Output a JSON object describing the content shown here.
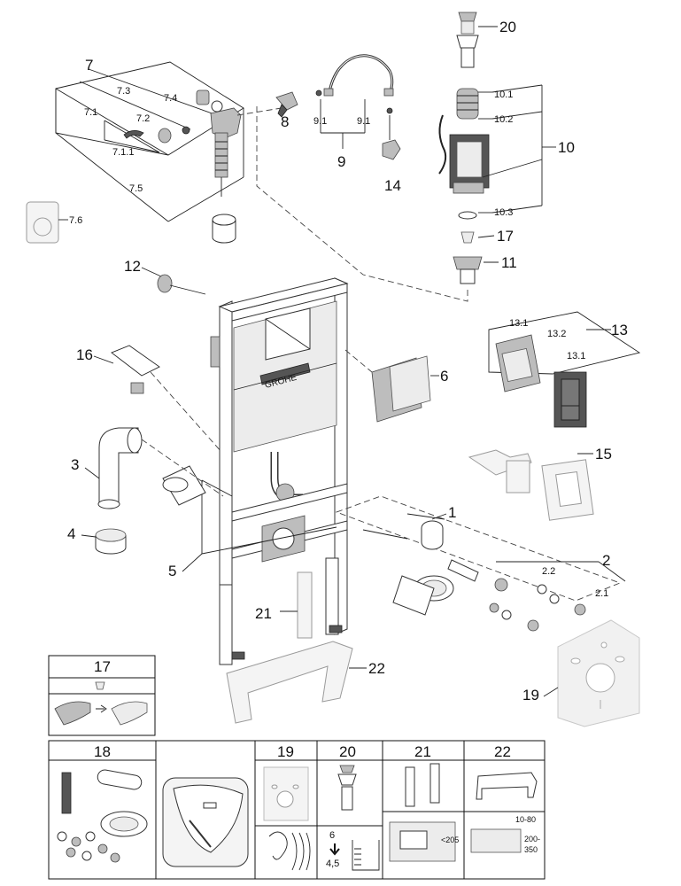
{
  "callouts": {
    "c1": "1",
    "c2": "2",
    "c2_1": "2.1",
    "c2_2": "2.2",
    "c3": "3",
    "c4": "4",
    "c5": "5",
    "c6": "6",
    "c7": "7",
    "c7_1": "7.1",
    "c7_1_1": "7.1.1",
    "c7_2": "7.2",
    "c7_3": "7.3",
    "c7_4": "7.4",
    "c7_5": "7.5",
    "c7_6": "7.6",
    "c8": "8",
    "c9": "9",
    "c9_1a": "9.1",
    "c9_1b": "9.1",
    "c10": "10",
    "c10_1": "10.1",
    "c10_2": "10.2",
    "c10_3": "10.3",
    "c11": "11",
    "c12": "12",
    "c13": "13",
    "c13_1a": "13.1",
    "c13_1b": "13.1",
    "c13_2": "13.2",
    "c14": "14",
    "c15": "15",
    "c16": "16",
    "c17": "17",
    "c19": "19",
    "c20": "20",
    "c21": "21",
    "c22": "22"
  },
  "brand_label": "GROHE",
  "panels": {
    "p17": "17",
    "p18": "18",
    "p19": "19",
    "p20": "20",
    "p21": "21",
    "p22": "22"
  },
  "dimensions": {
    "depth_top": "6",
    "depth_bottom": "4,5",
    "height_21": "<205",
    "offset_22": "10-80",
    "height_22_top": "200-",
    "height_22_bottom": "350"
  },
  "icons": [
    "ear-icon",
    "arrow-down-icon",
    "measuring-cup-icon",
    "toilet-icon",
    "frame-icon"
  ]
}
